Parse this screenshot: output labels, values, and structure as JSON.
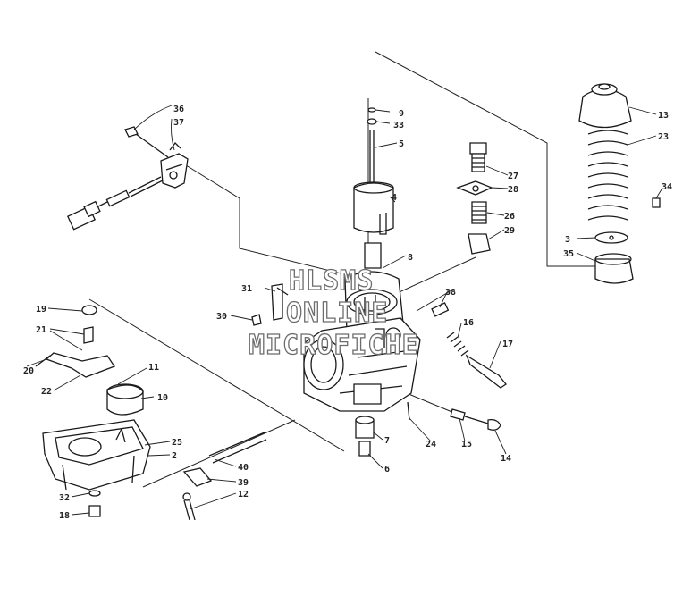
{
  "watermark": {
    "line1": "HLSMS",
    "line2": "ONLINE",
    "line3": "MICROFICHE"
  },
  "callouts": {
    "p2": "2",
    "p3": "3",
    "p4": "4",
    "p5": "5",
    "p6": "6",
    "p7": "7",
    "p8": "8",
    "p9": "9",
    "p10": "10",
    "p11": "11",
    "p12": "12",
    "p13": "13",
    "p14": "14",
    "p15": "15",
    "p16": "16",
    "p17": "17",
    "p18": "18",
    "p19": "19",
    "p20": "20",
    "p21": "21",
    "p22": "22",
    "p23": "23",
    "p24": "24",
    "p25": "25",
    "p26": "26",
    "p27": "27",
    "p28": "28",
    "p29": "29",
    "p30": "30",
    "p31": "31",
    "p32": "32",
    "p33": "33",
    "p34": "34",
    "p35": "35",
    "p36": "36",
    "p37": "37",
    "p38": "38",
    "p39": "39",
    "p40": "40"
  }
}
